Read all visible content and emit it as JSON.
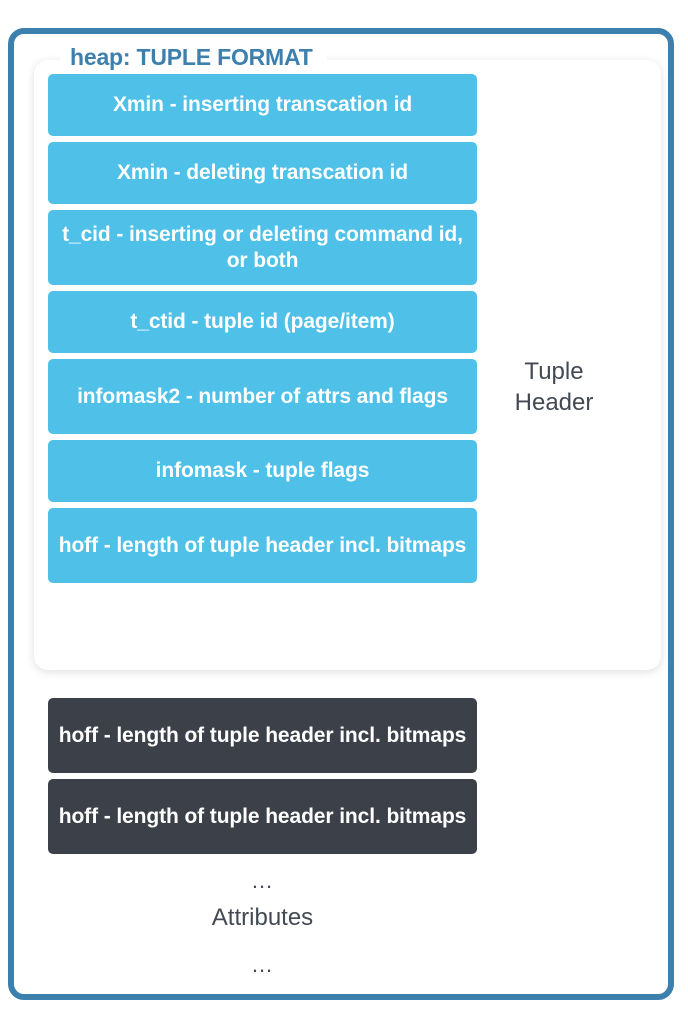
{
  "diagram": {
    "title": "heap: TUPLE FORMAT",
    "accent_color": "#3d7fad",
    "field_color": "#4fc0e8",
    "attribute_color": "#3c4049",
    "text_color": "#434a54"
  },
  "tuple_header": {
    "label_line1": "Tuple",
    "label_line2": "Header",
    "fields": [
      {
        "text": "Xmin - inserting transcation id",
        "lines": 1
      },
      {
        "text": "Xmin - deleting transcation id",
        "lines": 1
      },
      {
        "text": "t_cid - inserting or deleting command id, or both",
        "lines": 2
      },
      {
        "text": "t_ctid - tuple id (page/item)",
        "lines": 1
      },
      {
        "text": "infomask2 - number of attrs and flags",
        "lines": 2
      },
      {
        "text": "infomask - tuple flags",
        "lines": 1
      },
      {
        "text": "hoff - length of tuple header incl. bitmaps",
        "lines": 2
      }
    ]
  },
  "attributes": {
    "rows": [
      {
        "text": "hoff - length of tuple header incl. bitmaps"
      },
      {
        "text": "hoff - length of tuple header incl. bitmaps"
      }
    ],
    "dots_top": "...",
    "caption": "Attributes",
    "dots_bottom": "..."
  }
}
